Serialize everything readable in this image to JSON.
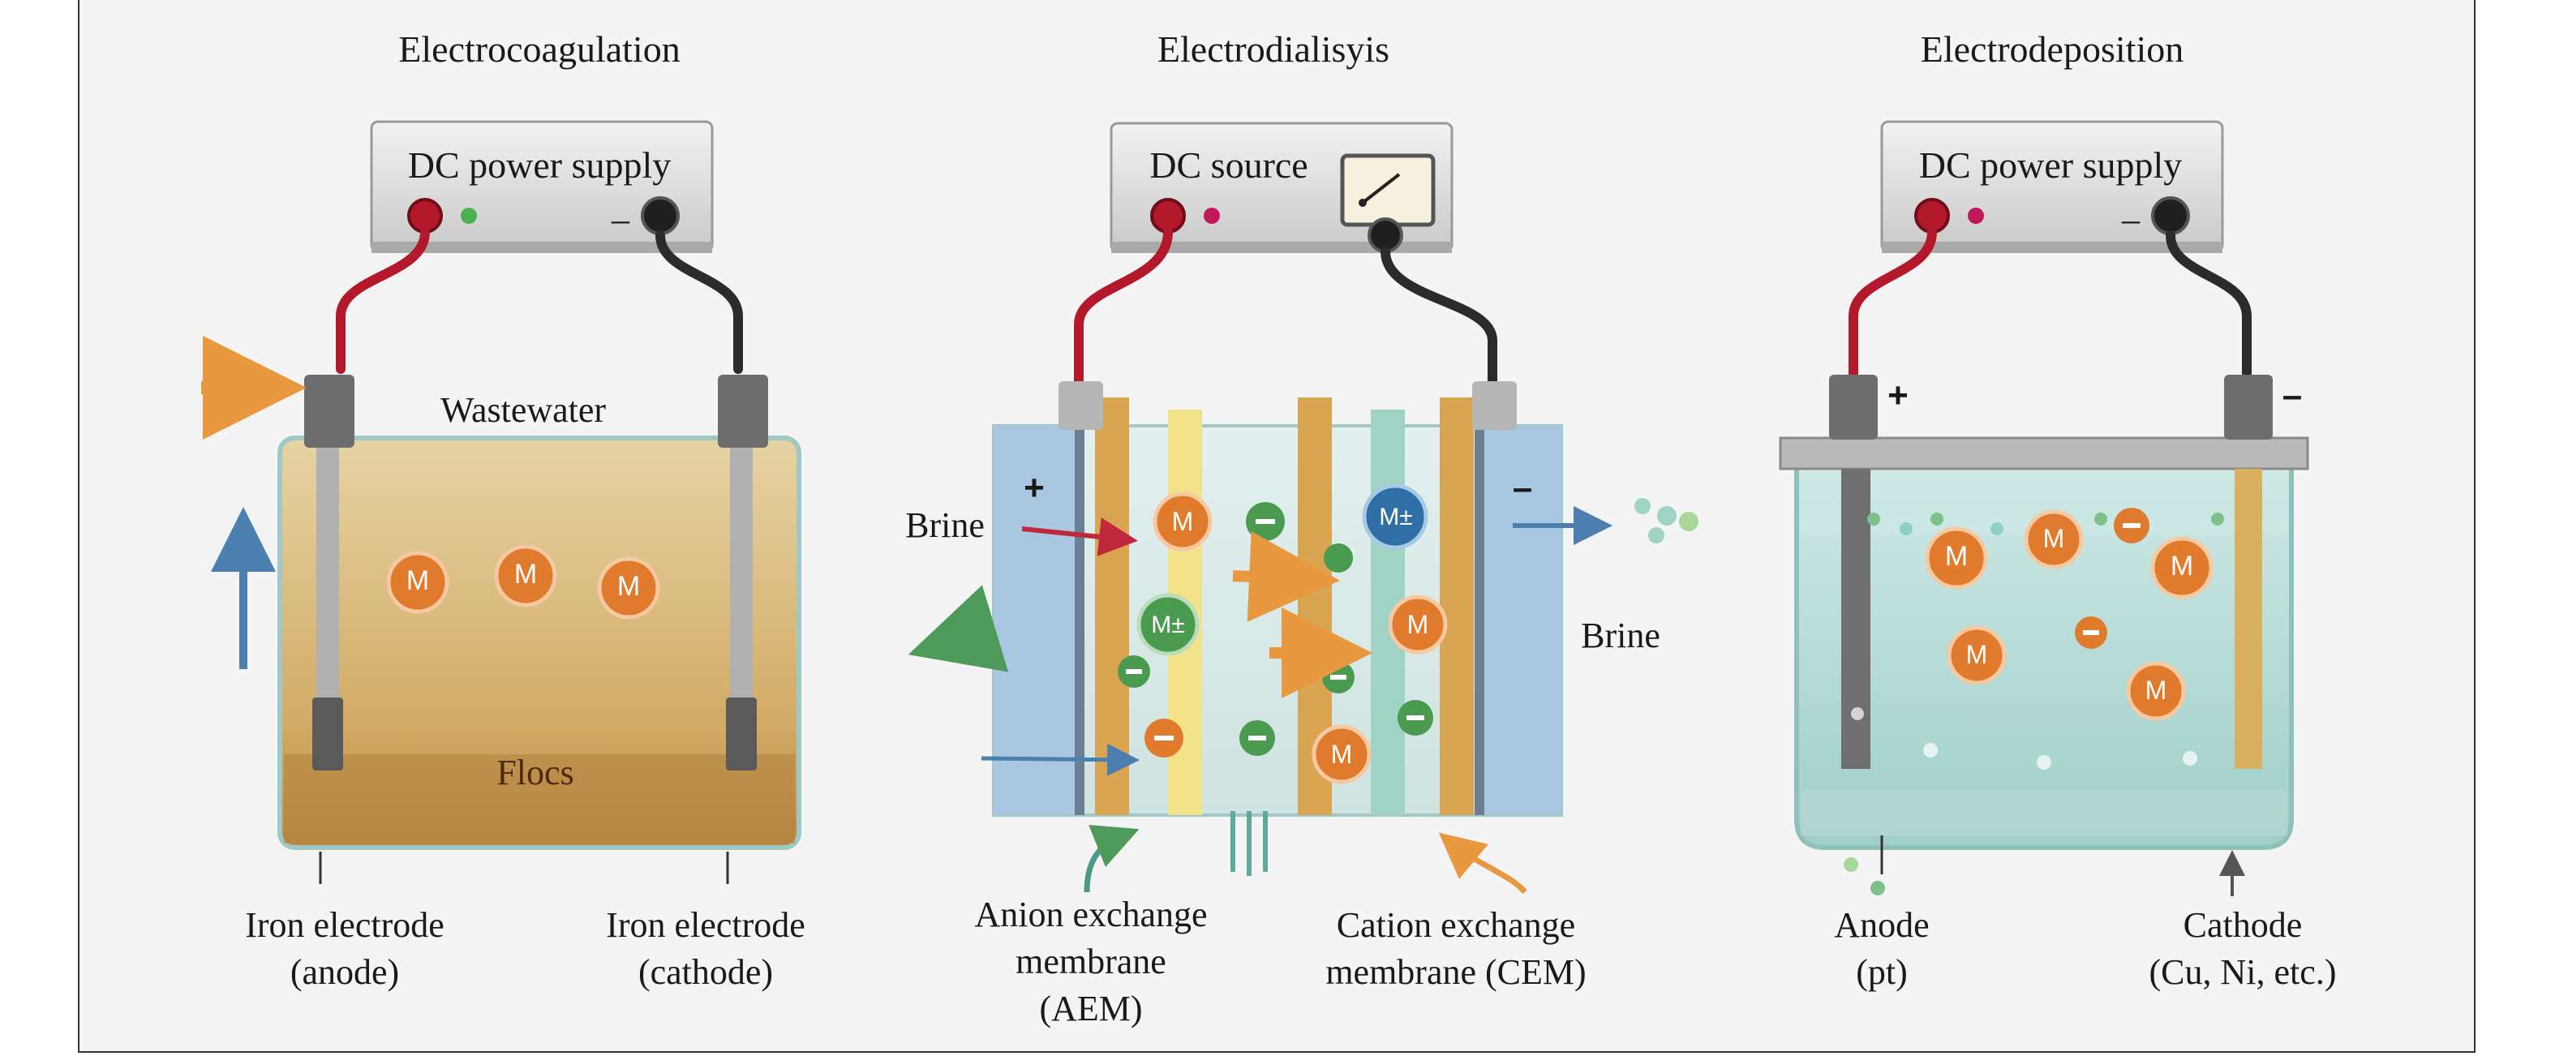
{
  "panels": [
    {
      "title": "Electrocoagulation",
      "power_label": "DC power supply",
      "minus_sign": "–",
      "wastewater_label": "Wastewater",
      "flocs_label": "Flocs",
      "ion": "M",
      "anode_label": [
        "Iron electrode",
        "(anode)"
      ],
      "cathode_label": [
        "Iron electrode",
        "(cathode)"
      ]
    },
    {
      "title": "Electrodialisyis",
      "power_label": "DC source",
      "plus_sign": "+",
      "minus_sign": "–",
      "brine_in_label": "Brine",
      "brine_out_label": "Brine",
      "ion": "M",
      "ion_charged": "M±",
      "aem_label": [
        "Anion exchange",
        "membrane",
        "(AEM)"
      ],
      "cem_label": [
        "Cation exchange",
        "membrane (CEM)"
      ]
    },
    {
      "title": "Electrodeposition",
      "power_label": "DC power supply",
      "plus_sign": "+",
      "minus_sign": "–",
      "ion": "M",
      "anode_label": [
        "Anode",
        "(pt)"
      ],
      "cathode_label": [
        "Cathode",
        "(Cu, Ni, etc.)"
      ]
    }
  ],
  "colors": {
    "wire_red": "#b3182b",
    "wire_black": "#2b2b2b",
    "ion_orange": "#e07b2e",
    "ion_green": "#4a9a4f",
    "ion_blue": "#2f6fa6",
    "arrow_orange": "#e8983e",
    "arrow_blue": "#4a7fb0",
    "arrow_green": "#4e9a5a",
    "arrow_red": "#c0283c",
    "floc_brown": "#c89a55",
    "water_teal": "#a8d6d0"
  }
}
